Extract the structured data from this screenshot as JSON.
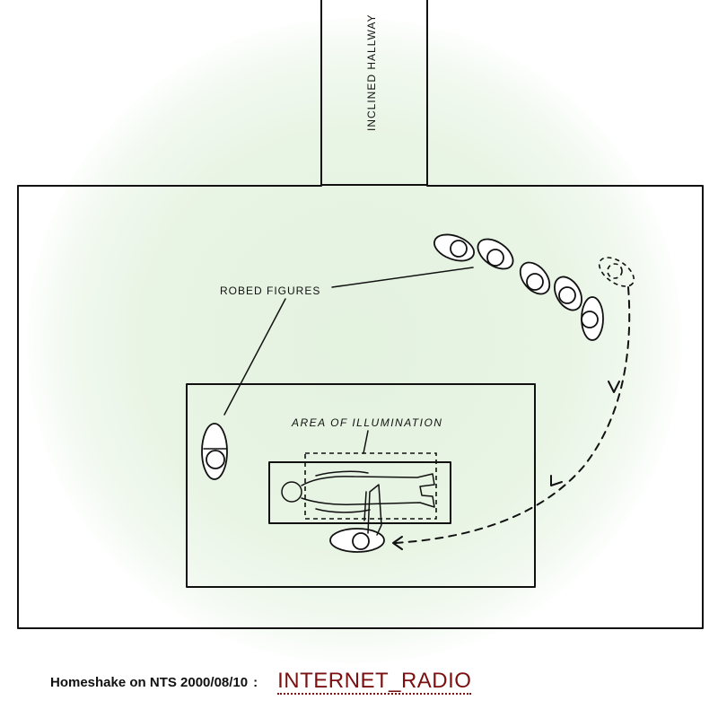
{
  "diagram": {
    "labels": {
      "hallway": "INCLINED HALLWAY",
      "robed_figures": "ROBED FIGURES",
      "area_of_illumination": "AREA OF ILLUMINATION"
    }
  },
  "footer": {
    "caption": "Homeshake on NTS 2000/08/10",
    "separator": ":",
    "link_label": "INTERNET_RADIO",
    "link_color": "#7a1010"
  }
}
